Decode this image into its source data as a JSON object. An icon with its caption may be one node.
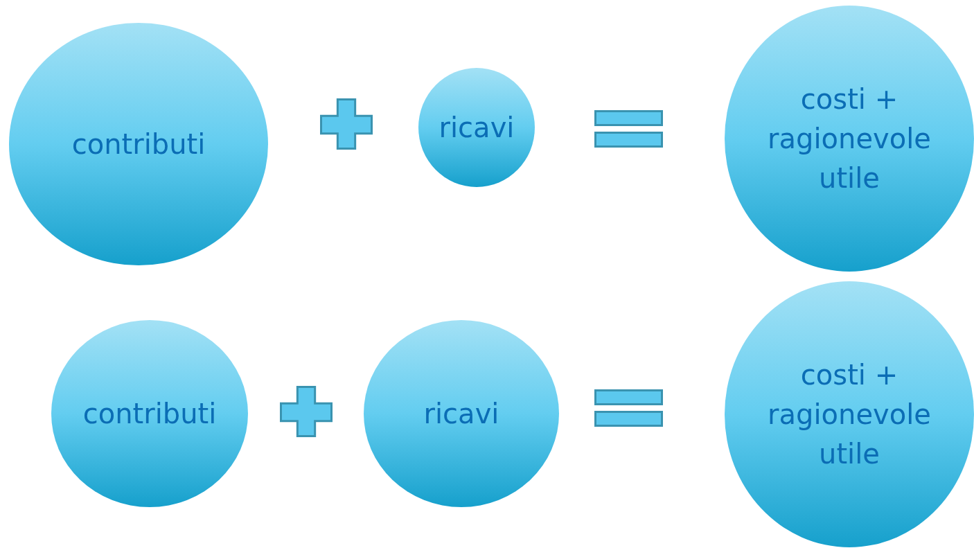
{
  "diagram": {
    "nodes": [
      {
        "text": [
          "contributi"
        ]
      },
      {
        "text": [
          "ricavi"
        ]
      },
      {
        "text": [
          "costi + ragionevole utile"
        ]
      },
      {
        "text": [
          "contributi"
        ]
      },
      {
        "text": [
          "ricavi"
        ]
      },
      {
        "text": [
          "costi + ragionevole utile"
        ]
      }
    ]
  }
}
